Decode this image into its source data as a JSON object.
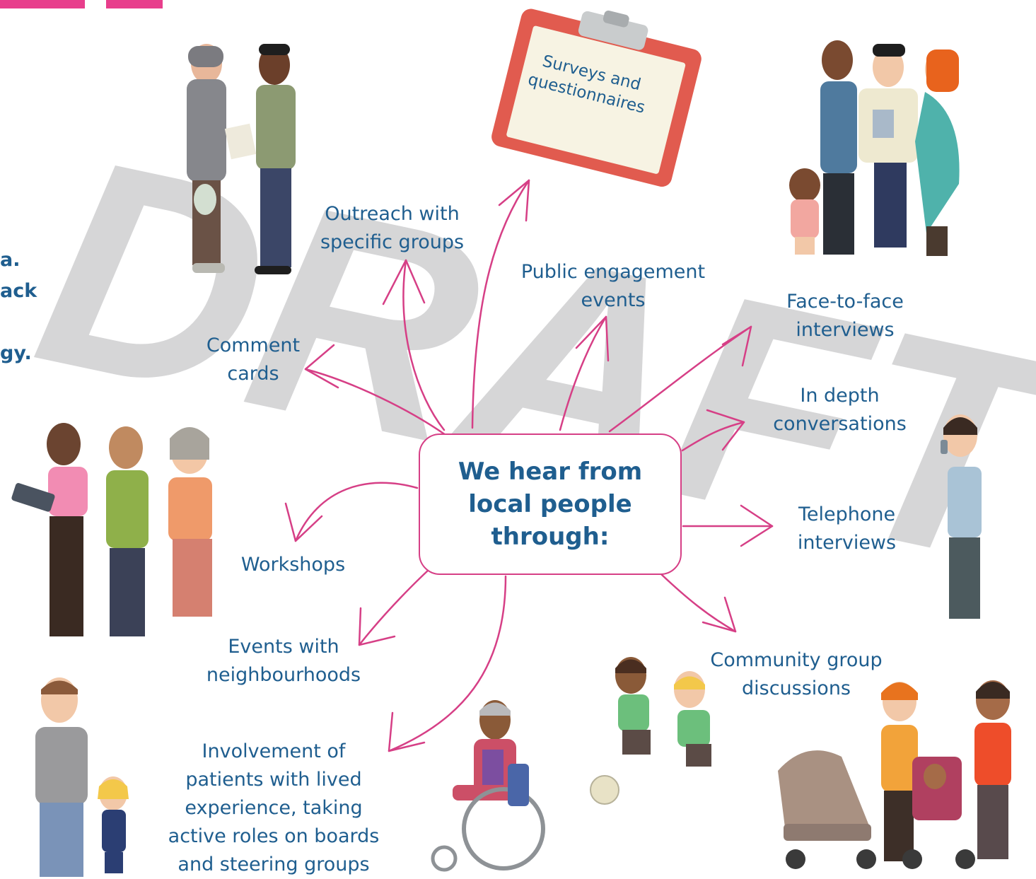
{
  "center": {
    "text": "We hear from\nlocal people\nthrough:"
  },
  "methods": {
    "surveys": "Surveys and\nquestionnaires",
    "outreach": "Outreach with\nspecific groups",
    "public_events": "Public engagement\nevents",
    "face_to_face": "Face-to-face\ninterviews",
    "in_depth": "In depth\nconversations",
    "telephone": "Telephone\ninterviews",
    "comment_cards": "Comment\ncards",
    "workshops": "Workshops",
    "events_neighbourhoods": "Events with\nneighbourhoods",
    "community_groups": "Community group\ndiscussions",
    "involvement": "Involvement of\npatients with lived\nexperience, taking\nactive roles on boards\nand steering groups"
  },
  "watermark": "DRAFT",
  "left_edge_text": "a.\nack\n\ngy.",
  "colors": {
    "arrow": "#d63f86",
    "label_text": "#1f5e8f",
    "watermark": "#cfcfd1",
    "clipboard": "#e15b4f",
    "clipboard_paper": "#f7f3e3",
    "heading_fragment": "#e83e8c"
  },
  "illustrations": [
    "hooded-man-and-outreach-worker",
    "family-with-pregnant-woman",
    "women-and-elderly-man-with-tablet",
    "man-on-phone",
    "father-and-daughter",
    "woman-in-wheelchair",
    "children-playing-football",
    "mothers-with-pushchairs"
  ]
}
